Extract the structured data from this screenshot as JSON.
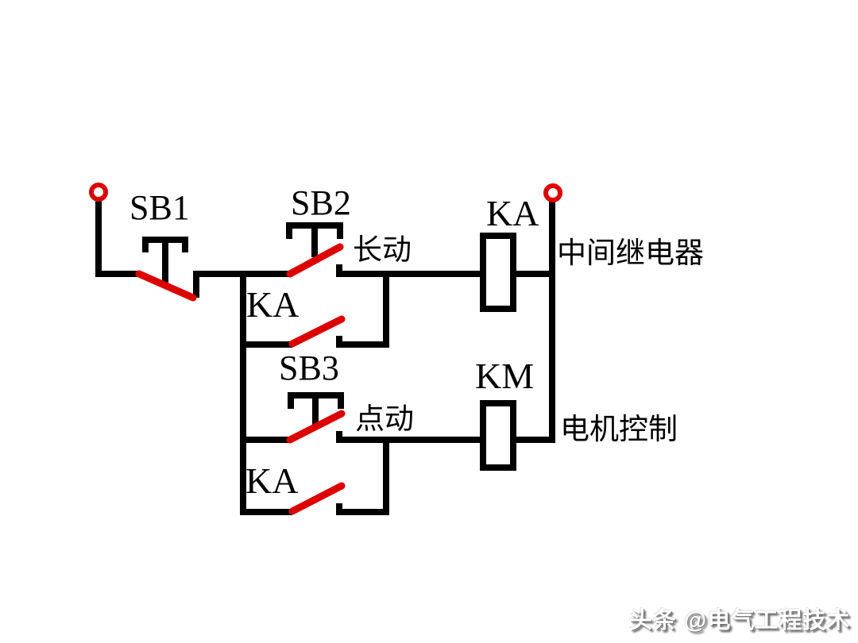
{
  "diagram": {
    "title_hint": "motor jog / continuous-run relay control circuit",
    "labels": {
      "sb1": "SB1",
      "sb2": "SB2",
      "sb3": "SB3",
      "ka_contact_1": "KA",
      "ka_contact_2": "KA",
      "ka_coil": "KA",
      "km_coil": "KM",
      "mode_continuous": "长动",
      "mode_jog": "点动",
      "relay_desc": "中间继电器",
      "motor_desc": "电机控制"
    },
    "colors": {
      "wire": "#000000",
      "contact_blade": "#dd0000",
      "terminal_ring": "#dd0000",
      "coil_fill": "#ffffff",
      "terminal_fill": "#ffffff",
      "label": "#000000",
      "background": "#ffffff"
    },
    "watermark": "头条 @电气工程技术"
  }
}
